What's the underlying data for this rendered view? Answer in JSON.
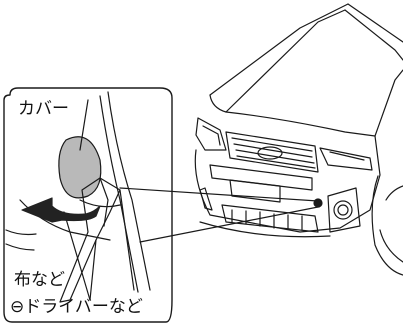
{
  "labels": {
    "cover": "カバー",
    "cloth": "布など",
    "driver": "⊖ドライバーなど"
  },
  "colors": {
    "line": "#1a1a1a",
    "cover_fill": "#b9b9b9",
    "arrow": "#222222",
    "background": "#ffffff"
  }
}
